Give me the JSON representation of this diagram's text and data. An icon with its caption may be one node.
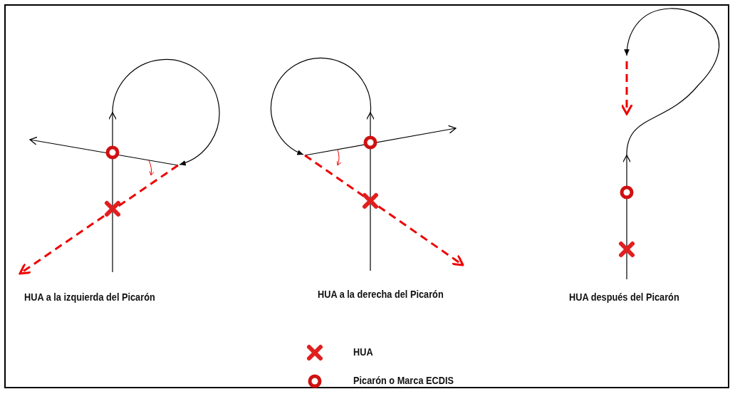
{
  "diagram": {
    "labels": [
      "HUA a la izquierda del Picarón",
      "HUA a la derecha del Picarón",
      "HUA después del Picarón"
    ],
    "legend": [
      {
        "text": "HUA"
      },
      {
        "text": "Picarón o Marca ECDIS"
      }
    ]
  }
}
